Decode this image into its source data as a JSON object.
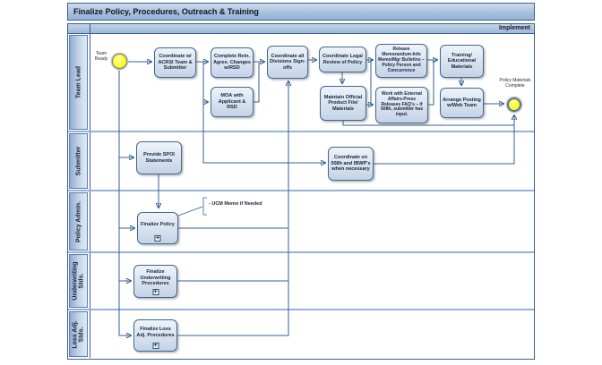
{
  "header": {
    "title": "Finalize Policy, Procedures, Outreach & Training",
    "phase_label": "Implement"
  },
  "lanes": [
    {
      "label": "Team Lead"
    },
    {
      "label": "Submitter"
    },
    {
      "label": "Policy Admin."
    },
    {
      "label": "Underwriting Stds."
    },
    {
      "label": "Loss Adj. Stds."
    }
  ],
  "events": {
    "start_label": "Team Ready",
    "end_label": "Policy Materials Complete"
  },
  "tasks": [
    {
      "label": "Coordinate w/ ACRSI Team & Submitter"
    },
    {
      "label": "Complete Rein. Agree. Changes w/RSD"
    },
    {
      "label": "MOA with Applicant & RSD"
    },
    {
      "label": "Coordinate all Divisions Sign-offs"
    },
    {
      "label": "Coordinate Legal Review of Policy"
    },
    {
      "label": "Release Memorandum-Info Memo/Mgr Bulletins – Policy Person and Concurrence"
    },
    {
      "label": "Maintain Official Product File/ Materials"
    },
    {
      "label": "Work with External Affairs-Press Releases FAQ's – if 508h, submitter has input."
    },
    {
      "label": "Training/ Educational Materials"
    },
    {
      "label": "Arrange Posting w/Web Team"
    },
    {
      "label": "Provide SPOI Statements"
    },
    {
      "label": "Coordinate on 508h and IBWP's when necessary"
    },
    {
      "label": "Finalize Policy",
      "subprocess": true
    },
    {
      "label": "Finalize Underwriting Procedures",
      "subprocess": true
    },
    {
      "label": "Finalize Loss Adj. Procedures",
      "subprocess": true
    }
  ],
  "annotation": {
    "text": "- UCM Memo if Needed"
  },
  "icons": {
    "subprocess_plus": "+"
  },
  "colors": {
    "connector": "#376092",
    "lane_separator": "#95b3d7",
    "event_fill": "#ffff2e",
    "node_fill": "#dbe5f1",
    "header_fill": "#a8c0dd",
    "text": "#17233a"
  }
}
